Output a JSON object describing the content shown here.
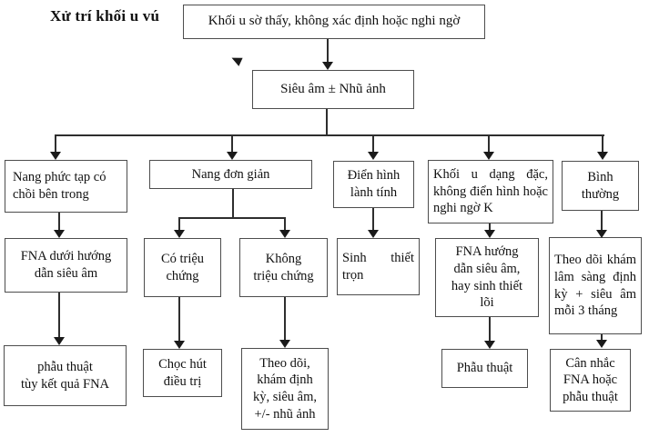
{
  "title": "Xử trí khối u vú",
  "colors": {
    "box_border": "#4d4d4d",
    "connector_line": "#2e2e2e",
    "arrowhead": "#1a1a1a",
    "text": "#111111",
    "background": "#ffffff"
  },
  "nodes": {
    "root": "Khối u sờ thấy, không xác định hoặc nghi ngờ",
    "imaging": "Siêu âm ± Nhũ ảnh",
    "complex_cyst": "Nang phức tạp có chồi bên trong",
    "simple_cyst": "Nang đơn giản",
    "typical_benign": "Điển hình\nlành tính",
    "solid_mass": "Khối u dạng đặc, không điển hình hoặc nghi ngờ K",
    "normal": "Bình\nthường",
    "fna_guided": "FNA dưới hướng\ndẫn siêu âm",
    "symptomatic": "Có triệu\nchứng",
    "asymptomatic": "Không\ntriệu chứng",
    "excision_biopsy": "Sinh thiết trọn",
    "fna_or_core": "FNA hướng\ndẫn siêu âm,\nhay sinh thiết\nlõi",
    "periodic_followup": "Theo dõi khám lâm sàng định kỳ + siêu âm mỗi 3 tháng",
    "surgery_per_fna": "phẫu thuật\ntùy kết quả FNA",
    "therapeutic_aspiration": "Chọc hút\nđiều trị",
    "followup_imaging": "Theo dõi,\nkhám định\nkỳ, siêu âm,\n+/- nhũ ảnh",
    "surgery": "Phẫu thuật",
    "consider_fna_or_surgery": "Cân nhắc\nFNA hoặc\nphẫu thuật"
  }
}
